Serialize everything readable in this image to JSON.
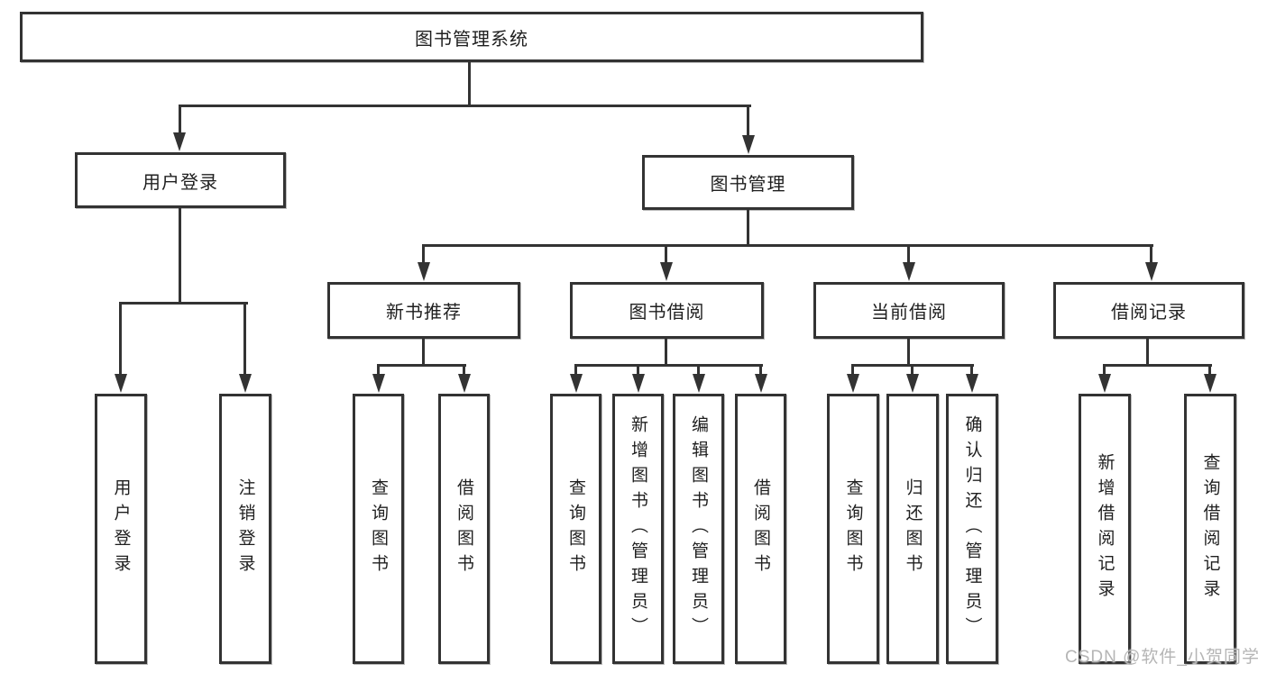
{
  "colors": {
    "line": "#333333",
    "text": "#1f1f1f",
    "box_background": "#ffffff",
    "watermark": "#b5b5b5"
  },
  "watermark": {
    "text": "CSDN @软件_小贺同学"
  },
  "tree": {
    "label": "图书管理系统",
    "children": [
      {
        "label": "用户登录",
        "children": [
          {
            "label": "用户登录"
          },
          {
            "label": "注销登录"
          }
        ]
      },
      {
        "label": "图书管理",
        "children": [
          {
            "label": "新书推荐",
            "children": [
              {
                "label": "查询图书"
              },
              {
                "label": "借阅图书"
              }
            ]
          },
          {
            "label": "图书借阅",
            "children": [
              {
                "label": "查询图书"
              },
              {
                "label": "新增图书（管理员）"
              },
              {
                "label": "编辑图书（管理员）"
              },
              {
                "label": "借阅图书"
              }
            ]
          },
          {
            "label": "当前借阅",
            "children": [
              {
                "label": "查询图书"
              },
              {
                "label": "归还图书"
              },
              {
                "label": "确认归还（管理员）"
              }
            ]
          },
          {
            "label": "借阅记录",
            "children": [
              {
                "label": "新增借阅记录"
              },
              {
                "label": "查询借阅记录"
              }
            ]
          }
        ]
      }
    ]
  }
}
